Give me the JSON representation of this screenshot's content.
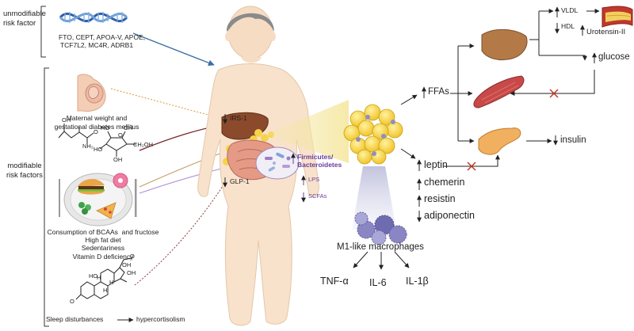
{
  "risk": {
    "unmodifiable": "unmodifiable\nrisk factor",
    "genes": "FTO, CEPT, APOA-V, APOE,\nTCF7L2, MC4R, ADRB1",
    "modifiable": "modifiable\nrisk factors",
    "maternal": "Maternal weight and\ngestational diabetes mellitus",
    "consumption": "Consumption of BCAAs  and fructose\nHigh fat diet\nSedentariness\nVitamin D deficiency",
    "sleep": "Sleep disturbances",
    "hypercortisolism": "hypercortisolism"
  },
  "body": {
    "irs1": "IRS-1",
    "glp1": "GLP-1",
    "firmicutes": "Firmicutes/\nBacteroidetes",
    "lps": "LPS",
    "scfas": "SCFAs"
  },
  "chem": {
    "oh": "OH",
    "nh2": "NH₂",
    "o": "O",
    "ho": "HO",
    "ho2": "HO",
    "oh2": "OH",
    "ch2oh": "CH₂OH",
    "oh3": "OH",
    "oh4": "OH",
    "o2": "O",
    "ho3": "HO",
    "oh5": "OH",
    "o3": "O",
    "h1": "H",
    "h2": "H",
    "h3": "H",
    "o4": "O"
  },
  "right": {
    "ffas": "FFAs",
    "vldl": "VLDL",
    "hdl": "HDL",
    "urotensin": "Urotensin-II",
    "glucose": "glucose",
    "insulin": "insulin",
    "leptin": "leptin",
    "chemerin": "chemerin",
    "resistin": "resistin",
    "adiponectin": "adiponectin",
    "macrophages": "M1-like macrophages",
    "tnf": "TNF-α",
    "il6": "IL-6",
    "il1": "IL-1β"
  },
  "colors": {
    "skin": "#f6dcc3",
    "hair": "#8a8a8a",
    "liver": "#8b4a2b",
    "fat": "#f5d34a",
    "purple": "#6a3d9a",
    "red": "#c0392b"
  }
}
